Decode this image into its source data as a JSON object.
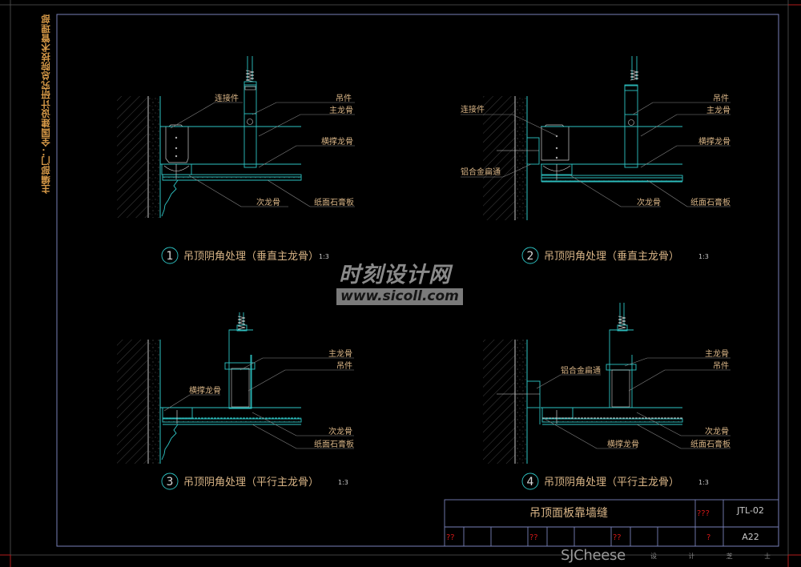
{
  "drawing": {
    "side_note": "主编部门：全国建设计研究总院技术管理部",
    "colors": {
      "structure": "#2ec4c4",
      "label": "#d8b486",
      "frame": "#7880b8",
      "outer": "#5a5a5a",
      "red": "#d01818"
    },
    "details": [
      {
        "number": "1",
        "title": "吊顶阴角处理（垂直主龙骨）",
        "scale": "1:3",
        "labels": {
          "connector": "连接件",
          "hanger": "吊件",
          "main_keel": "主龙骨",
          "cross_keel": "横撑龙骨",
          "secondary_keel": "次龙骨",
          "gypsum": "纸面石膏板"
        }
      },
      {
        "number": "2",
        "title": "吊顶阴角处理（垂直主龙骨）",
        "scale": "1:3",
        "labels": {
          "connector": "连接件",
          "aluminum": "铝合金扁通",
          "hanger": "吊件",
          "main_keel": "主龙骨",
          "cross_keel": "横撑龙骨",
          "secondary_keel": "次龙骨",
          "gypsum": "纸面石膏板"
        }
      },
      {
        "number": "3",
        "title": "吊顶阴角处理（平行主龙骨）",
        "scale": "1:3",
        "labels": {
          "main_keel": "主龙骨",
          "hanger": "吊件",
          "cross_keel": "横撑龙骨",
          "secondary_keel": "次龙骨",
          "gypsum": "纸面石膏板"
        }
      },
      {
        "number": "4",
        "title": "吊顶阴角处理（平行主龙骨）",
        "scale": "1:3",
        "labels": {
          "aluminum": "铝合金扁通",
          "main_keel": "主龙骨",
          "hanger": "吊件",
          "cross_keel": "横撑龙骨",
          "secondary_keel": "次龙骨",
          "gypsum": "纸面石膏板"
        }
      }
    ],
    "title_block": {
      "title": "吊顶面板靠墙缝",
      "mark_top": "???",
      "code": "JTL-02",
      "row_marks": [
        "??",
        "??",
        "??",
        "?"
      ],
      "page": "A22"
    },
    "watermarks": {
      "site_name": "时刻设计网",
      "site_url": "www.sicoll.com",
      "brand": "SJCheese",
      "brand_sub": [
        "设",
        "计",
        "芝",
        "士"
      ]
    }
  }
}
